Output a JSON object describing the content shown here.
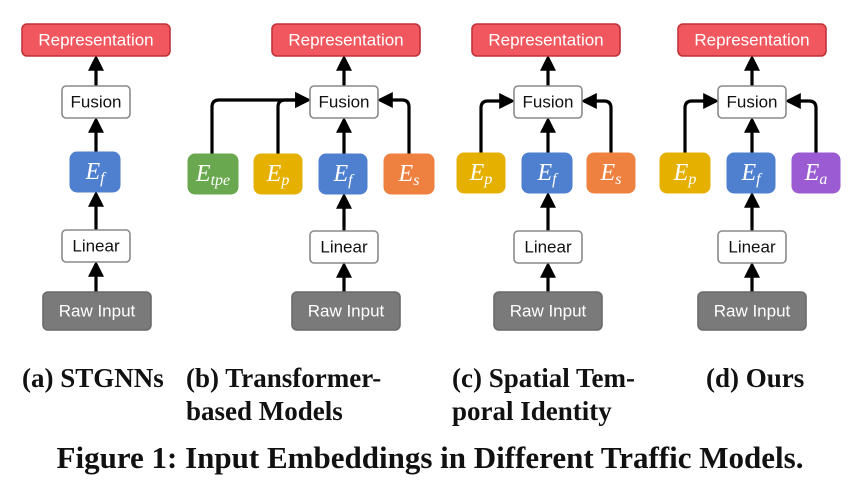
{
  "panels": [
    {
      "caption_lines": [
        "(a) STGNNs"
      ],
      "nodes": [
        {
          "id": "rep",
          "label": "Representation",
          "kind": "rep"
        },
        {
          "id": "fusion",
          "label": "Fusion",
          "kind": "plain"
        },
        {
          "id": "ef",
          "sym": "E",
          "sub": "f",
          "color": "#4f7fcf"
        },
        {
          "id": "linear",
          "label": "Linear",
          "kind": "plain"
        },
        {
          "id": "raw",
          "label": "Raw Input",
          "kind": "raw"
        }
      ]
    },
    {
      "caption_lines": [
        "(b) Transformer-",
        "based Models"
      ],
      "nodes": [
        {
          "id": "rep",
          "label": "Representation",
          "kind": "rep"
        },
        {
          "id": "fusion",
          "label": "Fusion",
          "kind": "plain"
        },
        {
          "id": "etpe",
          "sym": "E",
          "sub": "tpe",
          "color": "#6aa84f"
        },
        {
          "id": "ep",
          "sym": "E",
          "sub": "p",
          "color": "#e6b000"
        },
        {
          "id": "ef",
          "sym": "E",
          "sub": "f",
          "color": "#4f7fcf"
        },
        {
          "id": "es",
          "sym": "E",
          "sub": "s",
          "color": "#ee8040"
        },
        {
          "id": "linear",
          "label": "Linear",
          "kind": "plain"
        },
        {
          "id": "raw",
          "label": "Raw Input",
          "kind": "raw"
        }
      ]
    },
    {
      "caption_lines": [
        "(c) Spatial Tem-",
        "poral Identity"
      ],
      "nodes": [
        {
          "id": "rep",
          "label": "Representation",
          "kind": "rep"
        },
        {
          "id": "fusion",
          "label": "Fusion",
          "kind": "plain"
        },
        {
          "id": "ep",
          "sym": "E",
          "sub": "p",
          "color": "#e6b000"
        },
        {
          "id": "ef",
          "sym": "E",
          "sub": "f",
          "color": "#4f7fcf"
        },
        {
          "id": "es",
          "sym": "E",
          "sub": "s",
          "color": "#ee8040"
        },
        {
          "id": "linear",
          "label": "Linear",
          "kind": "plain"
        },
        {
          "id": "raw",
          "label": "Raw Input",
          "kind": "raw"
        }
      ]
    },
    {
      "caption_lines": [
        "(d) Ours"
      ],
      "nodes": [
        {
          "id": "rep",
          "label": "Representation",
          "kind": "rep"
        },
        {
          "id": "fusion",
          "label": "Fusion",
          "kind": "plain"
        },
        {
          "id": "ep",
          "sym": "E",
          "sub": "p",
          "color": "#e6b000"
        },
        {
          "id": "ef",
          "sym": "E",
          "sub": "f",
          "color": "#4f7fcf"
        },
        {
          "id": "ea",
          "sym": "E",
          "sub": "a",
          "color": "#9b5bd3"
        },
        {
          "id": "linear",
          "label": "Linear",
          "kind": "plain"
        },
        {
          "id": "raw",
          "label": "Raw Input",
          "kind": "raw"
        }
      ]
    }
  ],
  "figure_caption": "Figure 1: Input Embeddings in Different Traffic Models.",
  "colors": {
    "representation_fill": "#f1575e",
    "representation_stroke": "#c0323a",
    "raw_fill": "#7a7a7a",
    "box_stroke": "#8a8a8a",
    "arrow": "#000000"
  }
}
